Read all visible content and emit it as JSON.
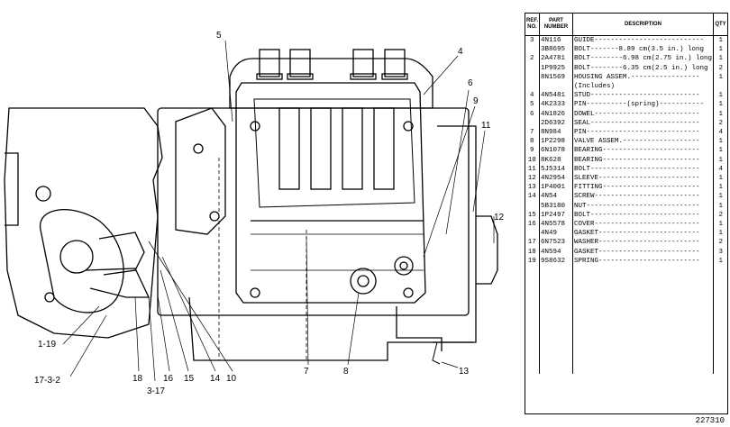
{
  "callouts": [
    "5",
    "4",
    "6",
    "9",
    "11",
    "12",
    "1-19",
    "17-3-2",
    "18",
    "3-17",
    "16",
    "15",
    "14",
    "10",
    "7",
    "8",
    "13"
  ],
  "table": {
    "headers": {
      "ref": "REF. NO.",
      "part": "PART NUMBER",
      "desc": "DESCRIPTION",
      "qty": "QTY"
    },
    "rows": [
      {
        "ref": "3",
        "part": "4N116",
        "desc": "GUIDE---------------------------",
        "qty": "1"
      },
      {
        "ref": "",
        "part": "3B8695",
        "desc": "BOLT-------8.89 cm(3.5 in.) long",
        "qty": "1"
      },
      {
        "ref": "2",
        "part": "2A4781",
        "desc": "BOLT--------6.98 cm(2.75 in.) long",
        "qty": "1"
      },
      {
        "ref": "",
        "part": "1P9925",
        "desc": "BOLT--------6.35 cm(2.5 in.) long",
        "qty": "2"
      },
      {
        "ref": "",
        "part": "8N1569",
        "desc": "HOUSING ASSEM.-----------------",
        "qty": "1"
      },
      {
        "ref": "",
        "part": "",
        "desc": "(Includes)",
        "qty": ""
      },
      {
        "ref": "4",
        "part": "4N5481",
        "desc": "STUD---------------------------",
        "qty": "1"
      },
      {
        "ref": "5",
        "part": "4K2333",
        "desc": "PIN----------(spring)-----------",
        "qty": "1"
      },
      {
        "ref": "6",
        "part": "4N1826",
        "desc": "DOWEL--------------------------",
        "qty": "1"
      },
      {
        "ref": "",
        "part": "2D6392",
        "desc": "SEAL---------------------------",
        "qty": "2"
      },
      {
        "ref": "7",
        "part": "8N984",
        "desc": "PIN----------------------------",
        "qty": "4"
      },
      {
        "ref": "8",
        "part": "1P2298",
        "desc": "VALVE ASSEM.-------------------",
        "qty": "1"
      },
      {
        "ref": "9",
        "part": "6N1078",
        "desc": "BEARING------------------------",
        "qty": "1"
      },
      {
        "ref": "10",
        "part": "8K628",
        "desc": "BEARING------------------------",
        "qty": "1"
      },
      {
        "ref": "11",
        "part": "5J5314",
        "desc": "BOLT---------------------------",
        "qty": "4"
      },
      {
        "ref": "12",
        "part": "4N2954",
        "desc": "SLEEVE-------------------------",
        "qty": "1"
      },
      {
        "ref": "13",
        "part": "1P4001",
        "desc": "FITTING------------------------",
        "qty": "1"
      },
      {
        "ref": "14",
        "part": "4N54",
        "desc": "SCREW--------------------------",
        "qty": "1"
      },
      {
        "ref": "",
        "part": "5B3180",
        "desc": "NUT----------------------------",
        "qty": "1"
      },
      {
        "ref": "15",
        "part": "1P2497",
        "desc": "BOLT---------------------------",
        "qty": "2"
      },
      {
        "ref": "16",
        "part": "4N5578",
        "desc": "COVER--------------------------",
        "qty": "1"
      },
      {
        "ref": "",
        "part": "4N49",
        "desc": "GASKET-------------------------",
        "qty": "1"
      },
      {
        "ref": "17",
        "part": "6N7523",
        "desc": "WASHER-------------------------",
        "qty": "2"
      },
      {
        "ref": "18",
        "part": "4N594",
        "desc": "GASKET-------------------------",
        "qty": "3"
      },
      {
        "ref": "19",
        "part": "9S8632",
        "desc": "SPRING-------------------------",
        "qty": "1"
      },
      {
        "ref": "",
        "part": "",
        "desc": "",
        "qty": ""
      }
    ]
  },
  "figure_number": "227310"
}
